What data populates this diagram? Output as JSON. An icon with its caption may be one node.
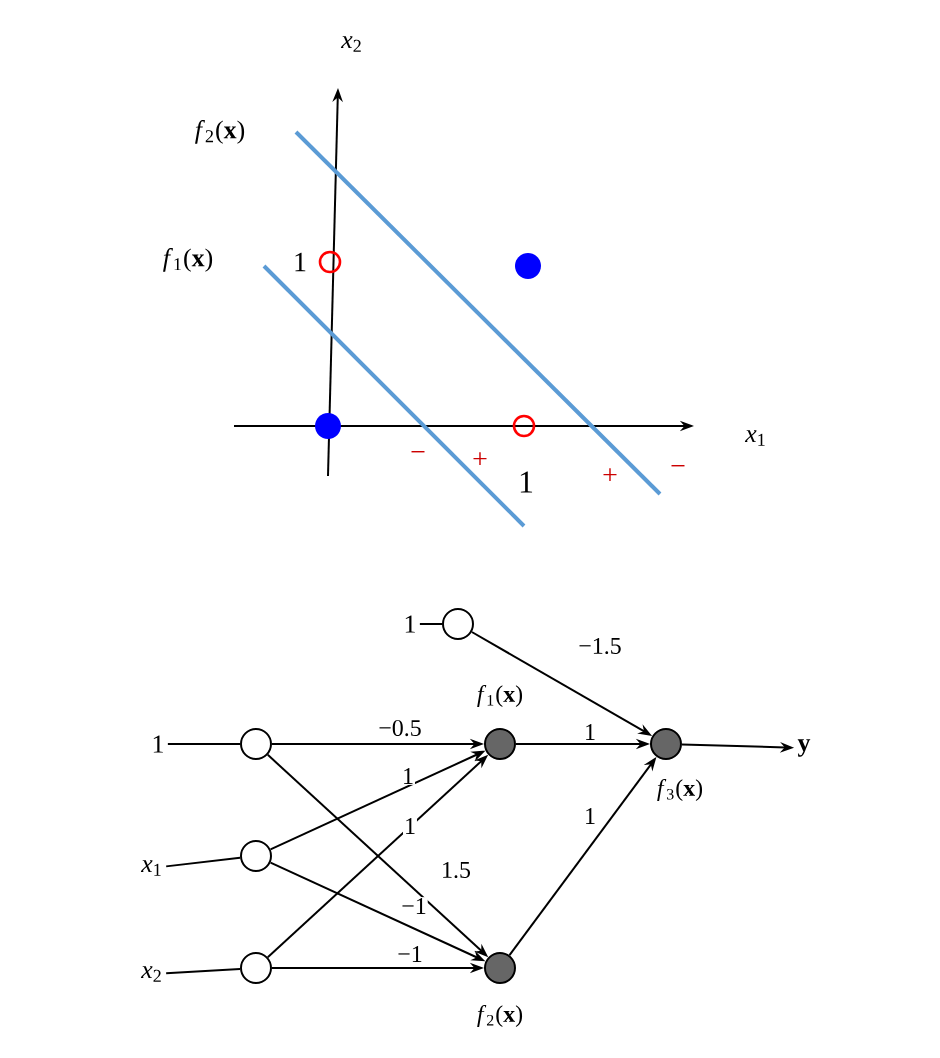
{
  "diagram": {
    "nodes": [
      {
        "text": [
          "1"
        ]
      },
      {
        "text": [],
        "shape": "circle"
      },
      {
        "text": [
          "1"
        ]
      },
      {
        "text": [],
        "shape": "circle"
      },
      {
        "text": [
          "*x*$_{1}$"
        ]
      },
      {
        "text": [],
        "shape": "circle"
      },
      {
        "text": [
          "*x*$_{2}$"
        ]
      },
      {
        "text": [],
        "shape": "circle"
      },
      {
        "text": [],
        "shape": "circle",
        "beside": [
          "*f*$_{1}$(**x**)"
        ]
      },
      {
        "text": [],
        "shape": "circle",
        "beside": [
          "*f*$_{2}$(**x**)"
        ]
      },
      {
        "text": [],
        "shape": "circle",
        "beside": [
          "*f*$_{3}$(**x**)"
        ]
      },
      {
        "text": [
          "**y**"
        ]
      }
    ],
    "edges": [
      {
        "from": 0,
        "to": 1,
        "arrow": "none"
      },
      {
        "from": 2,
        "to": 3,
        "arrow": "none"
      },
      {
        "from": 4,
        "to": 5,
        "arrow": "none"
      },
      {
        "from": 6,
        "to": 7,
        "arrow": "none"
      },
      {
        "from": 3,
        "to": 8,
        "arrow": "to",
        "label": "−0.5"
      },
      {
        "from": 5,
        "to": 8,
        "arrow": "to",
        "label": "1"
      },
      {
        "from": 7,
        "to": 8,
        "arrow": "to",
        "label": "1"
      },
      {
        "from": 3,
        "to": 9,
        "arrow": "to",
        "label": "1.5"
      },
      {
        "from": 5,
        "to": 9,
        "arrow": "to",
        "label": "−1"
      },
      {
        "from": 7,
        "to": 9,
        "arrow": "to",
        "label": "−1"
      },
      {
        "from": 1,
        "to": 10,
        "arrow": "to",
        "label": "−1.5"
      },
      {
        "from": 8,
        "to": 10,
        "arrow": "to",
        "label": "1"
      },
      {
        "from": 9,
        "to": 10,
        "arrow": "to",
        "label": "1"
      },
      {
        "from": 10,
        "to": 11,
        "arrow": "to"
      }
    ],
    "labels": [
      "*x*$_{2}$",
      "*f*$_{2}$(**x**)",
      "*f*$_{1}$(**x**)",
      "1",
      "*x*$_{1}$",
      "−",
      "+",
      "1",
      "+",
      "−"
    ]
  }
}
